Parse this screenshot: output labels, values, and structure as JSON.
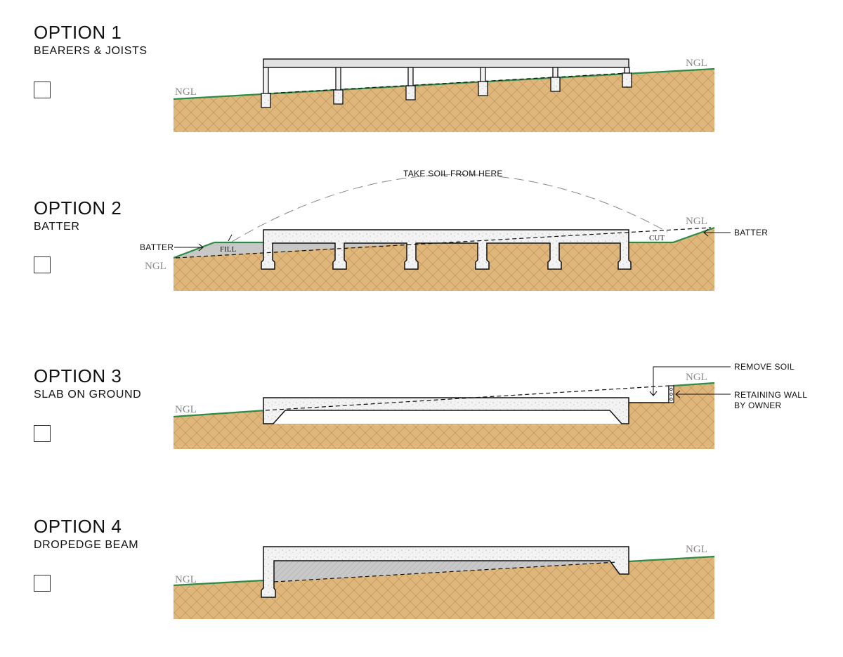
{
  "options": [
    {
      "title": "OPTION 1",
      "subtitle": "BEARERS & JOISTS",
      "checked": false
    },
    {
      "title": "OPTION 2",
      "subtitle": "BATTER",
      "checked": false
    },
    {
      "title": "OPTION 3",
      "subtitle": "SLAB ON GROUND",
      "checked": false
    },
    {
      "title": "OPTION 4",
      "subtitle": "DROPEDGE BEAM",
      "checked": false
    }
  ],
  "labels": {
    "ngl": "NGL",
    "take_soil": "TAKE SOIL FROM HERE",
    "batter": "BATTER",
    "fill": "FILL",
    "cut": "CUT",
    "remove_soil": "REMOVE SOIL",
    "retaining_wall_1": "RETAINING WALL",
    "retaining_wall_2": "BY OWNER"
  },
  "colors": {
    "soil": "#dfb77c",
    "soil_hatch": "#b98a4a",
    "ground_line": "#2e8b47",
    "concrete": "#f1f1f1",
    "fill_shade": "#c8c8c8",
    "steel": "#e2e2e2"
  }
}
